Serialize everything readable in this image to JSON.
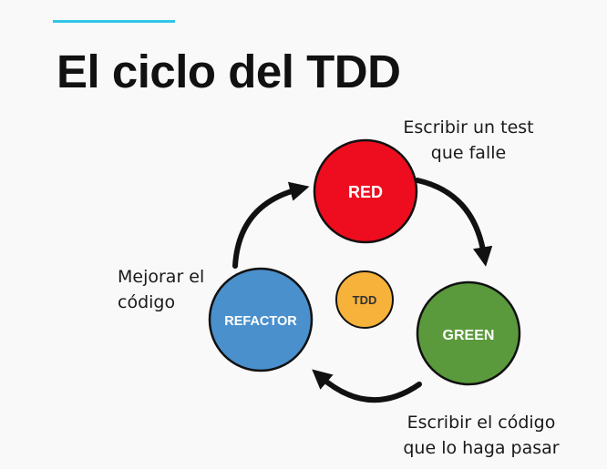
{
  "title": "El ciclo del TDD",
  "colors": {
    "accent": "#2ec4e6",
    "red": "#ee0d1f",
    "green": "#5a9a3c",
    "refactor": "#4a90cc",
    "tdd": "#f7b23b",
    "outline": "#111111"
  },
  "nodes": {
    "red": "RED",
    "green": "GREEN",
    "refactor": "REFACTOR",
    "center": "TDD"
  },
  "captions": {
    "red": [
      "Escribir un test",
      "que falle"
    ],
    "green": [
      "Escribir el código",
      "que lo haga pasar"
    ],
    "refactor": [
      "Mejorar el",
      "código"
    ]
  }
}
